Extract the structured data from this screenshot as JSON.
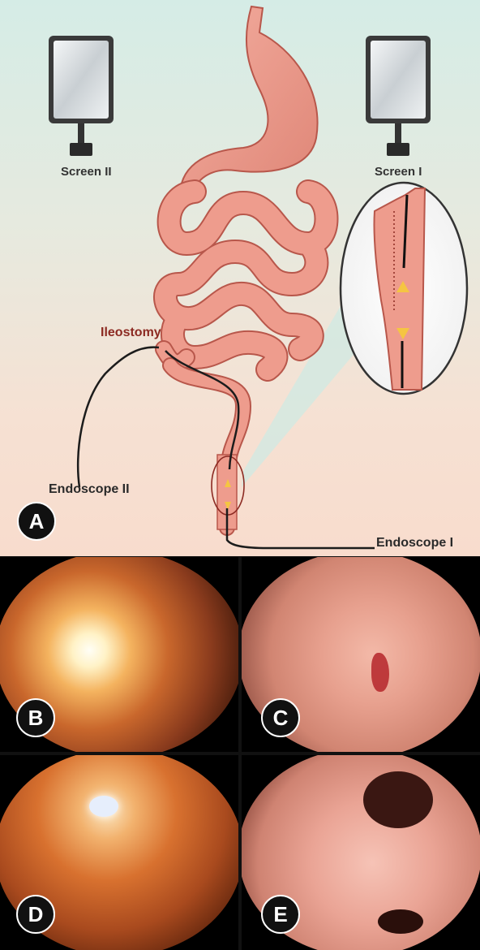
{
  "panel_a": {
    "screen_left_label": "Screen II",
    "screen_right_label": "Screen I",
    "ileostomy_label": "Ileostomy",
    "endoscope_2_label": "Endoscope II",
    "endoscope_1_label": "Endoscope I",
    "badge": "A"
  },
  "panels": [
    {
      "badge": "B"
    },
    {
      "badge": "C"
    },
    {
      "badge": "D"
    },
    {
      "badge": "E"
    }
  ],
  "colors": {
    "bowel": "#ee9c8d",
    "bowel_outline": "#b8574b",
    "endoscope": "#1c1c1c",
    "accent_text": "#8c2a22",
    "arrow": "#f5c542"
  }
}
